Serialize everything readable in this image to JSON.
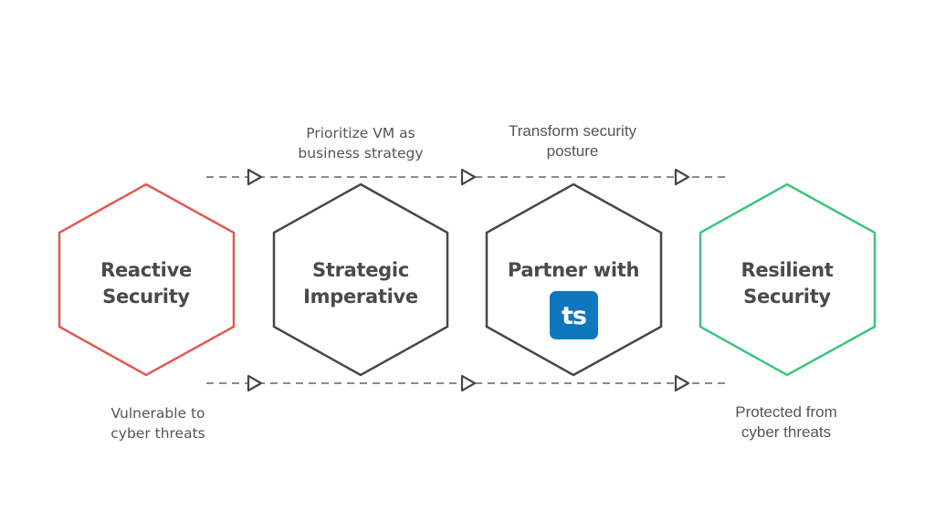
{
  "colors": {
    "reactive": "#e05a52",
    "neutral": "#474747",
    "resilient": "#3cc47c",
    "connector": "#8a8a8a",
    "logo_bg": "#0f77bd"
  },
  "stages": [
    {
      "id": "reactive",
      "line1": "Reactive",
      "line2": "Security",
      "color_key": "reactive"
    },
    {
      "id": "strategic",
      "line1": "Strategic",
      "line2": "Imperative",
      "color_key": "neutral"
    },
    {
      "id": "partner",
      "line1": "Partner with",
      "logo": {
        "text": "ts",
        "icon": "ts-logo-icon"
      },
      "color_key": "neutral"
    },
    {
      "id": "resilient",
      "line1": "Resilient",
      "line2": "Security",
      "color_key": "resilient"
    }
  ],
  "top_labels": [
    {
      "line1": "Prioritize VM as",
      "line2": "business strategy"
    },
    {
      "line1": "Transform security",
      "line2": "posture"
    }
  ],
  "bottom_labels": [
    {
      "line1": "Vulnerable to",
      "line2": "cyber threats"
    },
    {
      "line1": "Protected from",
      "line2": "cyber threats"
    }
  ],
  "icons": {
    "arrow": "triangle-arrow-icon"
  }
}
